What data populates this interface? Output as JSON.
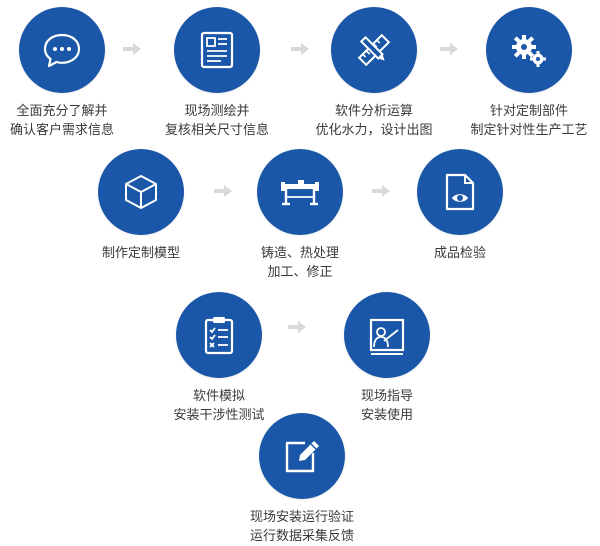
{
  "accent_color": "#1b57a8",
  "arrow_color": "#d9d9d9",
  "steps": [
    {
      "icon": "chat-bubble-icon",
      "line1": "全面充分了解并",
      "line2": "确认客户需求信息"
    },
    {
      "icon": "document-form-icon",
      "line1": "现场测绘并",
      "line2": "复核相关尺寸信息"
    },
    {
      "icon": "pencil-ruler-icon",
      "line1": "软件分析运算",
      "line2": "优化水力，设计出图"
    },
    {
      "icon": "gears-icon",
      "line1": "针对定制部件",
      "line2": "制定针对性生产工艺"
    },
    {
      "icon": "cube-model-icon",
      "line1": "制作定制模型",
      "line2": ""
    },
    {
      "icon": "machine-table-icon",
      "line1": "铸造、热处理",
      "line2": "加工、修正"
    },
    {
      "icon": "document-eye-icon",
      "line1": "成品检验",
      "line2": ""
    },
    {
      "icon": "clipboard-checklist-icon",
      "line1": "软件模拟",
      "line2": "安装干涉性测试"
    },
    {
      "icon": "presenter-board-icon",
      "line1": "现场指导",
      "line2": "安装使用"
    },
    {
      "icon": "edit-pen-icon",
      "line1": "现场安装运行验证",
      "line2": "运行数据采集反馈"
    }
  ]
}
